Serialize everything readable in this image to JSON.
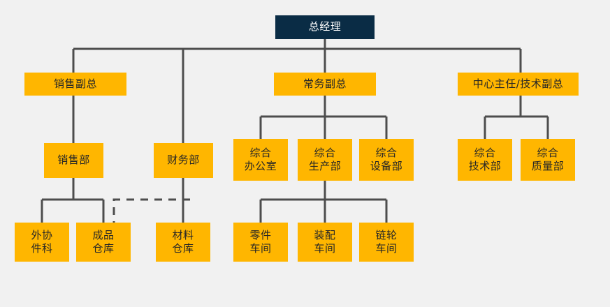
{
  "chart": {
    "type": "org-chart",
    "title": "",
    "background_color": "#f1f1f1",
    "colors": {
      "root_fill": "#0a2c45",
      "root_text": "#ffffff",
      "node_fill": "#ffb600",
      "node_text": "#262626",
      "connector": "#4d4d4d"
    },
    "levels": [
      {
        "level": 1,
        "nodes": [
          {
            "id": "gm",
            "label": "总经理",
            "style": "root"
          }
        ]
      },
      {
        "level": 2,
        "nodes": [
          {
            "id": "sales_vp",
            "label": "销售副总",
            "style": "node"
          },
          {
            "id": "exec_vp",
            "label": "常务副总",
            "style": "node"
          },
          {
            "id": "center_tech_vp",
            "label": "中心主任/技术副总",
            "style": "node"
          }
        ]
      },
      {
        "level": 3,
        "nodes": [
          {
            "id": "sales_dept",
            "label": "销售部",
            "style": "node"
          },
          {
            "id": "finance_dept",
            "label": "财务部",
            "style": "node"
          },
          {
            "id": "gen_office",
            "label": "综合\n办公室",
            "style": "node"
          },
          {
            "id": "gen_production",
            "label": "综合\n生产部",
            "style": "node"
          },
          {
            "id": "gen_equipment",
            "label": "综合\n设备部",
            "style": "node"
          },
          {
            "id": "gen_technology",
            "label": "综合\n技术部",
            "style": "node"
          },
          {
            "id": "gen_quality",
            "label": "综合\n质量部",
            "style": "node"
          }
        ]
      },
      {
        "level": 4,
        "nodes": [
          {
            "id": "outsourcing",
            "label": "外协\n件科",
            "style": "node"
          },
          {
            "id": "finished_goods_wh",
            "label": "成品\n仓库",
            "style": "node"
          },
          {
            "id": "material_wh",
            "label": "材料\n仓库",
            "style": "node"
          },
          {
            "id": "parts_workshop",
            "label": "零件\n车间",
            "style": "node"
          },
          {
            "id": "assembly_workshop",
            "label": "装配\n车间",
            "style": "node"
          },
          {
            "id": "sprocket_workshop",
            "label": "链轮\n车间",
            "style": "node"
          }
        ]
      }
    ],
    "edges": [
      {
        "from": "gm",
        "to": "sales_vp",
        "style": "solid"
      },
      {
        "from": "gm",
        "to": "exec_vp",
        "style": "solid"
      },
      {
        "from": "gm",
        "to": "center_tech_vp",
        "style": "solid"
      },
      {
        "from": "gm",
        "to": "finance_dept",
        "style": "solid"
      },
      {
        "from": "sales_vp",
        "to": "sales_dept",
        "style": "solid"
      },
      {
        "from": "exec_vp",
        "to": "gen_office",
        "style": "solid"
      },
      {
        "from": "exec_vp",
        "to": "gen_production",
        "style": "solid"
      },
      {
        "from": "exec_vp",
        "to": "gen_equipment",
        "style": "solid"
      },
      {
        "from": "center_tech_vp",
        "to": "gen_technology",
        "style": "solid"
      },
      {
        "from": "center_tech_vp",
        "to": "gen_quality",
        "style": "solid"
      },
      {
        "from": "sales_dept",
        "to": "outsourcing",
        "style": "solid"
      },
      {
        "from": "sales_dept",
        "to": "finished_goods_wh",
        "style": "solid"
      },
      {
        "from": "finance_dept",
        "to": "material_wh",
        "style": "solid"
      },
      {
        "from": "finance_dept",
        "to": "finished_goods_wh",
        "style": "dashed"
      },
      {
        "from": "gen_production",
        "to": "parts_workshop",
        "style": "solid"
      },
      {
        "from": "gen_production",
        "to": "assembly_workshop",
        "style": "solid"
      },
      {
        "from": "gen_production",
        "to": "sprocket_workshop",
        "style": "solid"
      }
    ]
  }
}
